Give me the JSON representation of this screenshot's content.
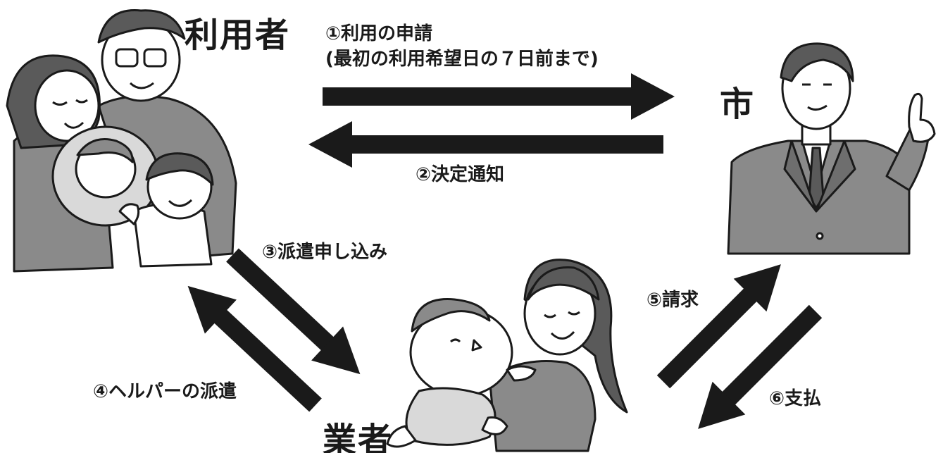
{
  "nodes": {
    "user": "利用者",
    "city": "市",
    "provider": "業者"
  },
  "steps": {
    "s1_line1": "①利用の申請",
    "s1_line2": "(最初の利用希望日の７日前まで)",
    "s2": "②決定通知",
    "s3": "③派遣申し込み",
    "s4": "④ヘルパーの派遣",
    "s5": "⑤請求",
    "s6": "⑥支払"
  },
  "colors": {
    "arrow": "#1a1a1a",
    "figure_gray": "#8a8a8a",
    "figure_light": "#d9d9d9"
  }
}
